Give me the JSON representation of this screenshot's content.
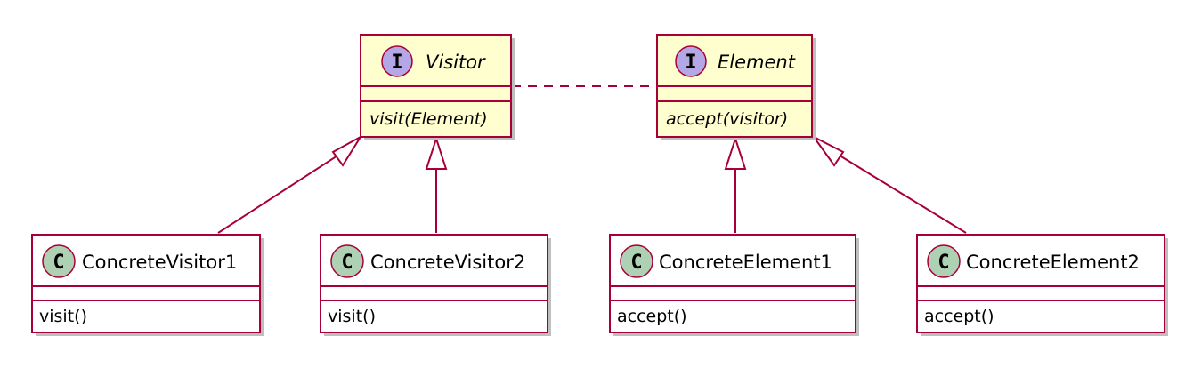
{
  "colors": {
    "border": "#A80036",
    "interface_fill": "#FEFECE",
    "class_fill": "#FFFFFF",
    "interface_badge": "#B4A7E5",
    "class_badge": "#ADD1B2",
    "shadow": "#BFBFBF"
  },
  "interfaces": [
    {
      "name": "Visitor",
      "badge": "I",
      "method": "visit(Element)"
    },
    {
      "name": "Element",
      "badge": "I",
      "method": "accept(visitor)"
    }
  ],
  "classes": [
    {
      "name": "ConcreteVisitor1",
      "badge": "C",
      "method": "visit()"
    },
    {
      "name": "ConcreteVisitor2",
      "badge": "C",
      "method": "visit()"
    },
    {
      "name": "ConcreteElement1",
      "badge": "C",
      "method": "accept()"
    },
    {
      "name": "ConcreteElement2",
      "badge": "C",
      "method": "accept()"
    }
  ],
  "relations": [
    {
      "type": "realization",
      "from": "ConcreteVisitor1",
      "to": "Visitor"
    },
    {
      "type": "realization",
      "from": "ConcreteVisitor2",
      "to": "Visitor"
    },
    {
      "type": "realization",
      "from": "ConcreteElement1",
      "to": "Element"
    },
    {
      "type": "realization",
      "from": "ConcreteElement2",
      "to": "Element"
    },
    {
      "type": "dependency",
      "from": "Visitor",
      "to": "Element"
    }
  ]
}
